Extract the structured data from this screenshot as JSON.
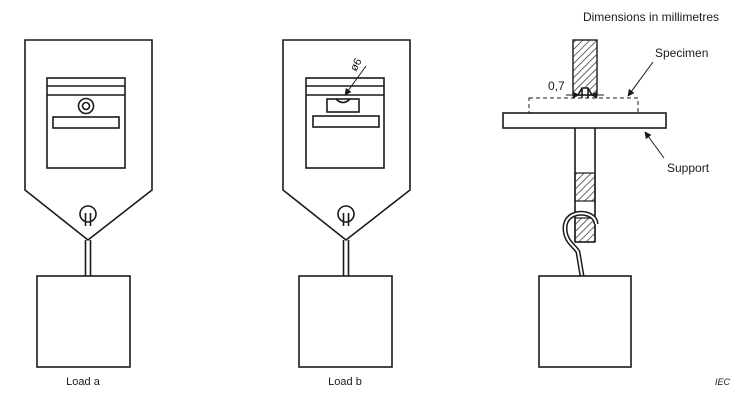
{
  "header": {
    "dimensions_note": "Dimensions in millimetres"
  },
  "figure_a": {
    "caption": "Load a"
  },
  "figure_b": {
    "caption": "Load b",
    "diameter_label": "ø6"
  },
  "figure_c": {
    "specimen_label": "Specimen",
    "support_label": "Support",
    "gap_label": "0,7"
  },
  "footer": {
    "source_mark": "IEC"
  },
  "colors": {
    "line": "#1a1a1a",
    "hatch": "#555555",
    "background": "#ffffff"
  }
}
